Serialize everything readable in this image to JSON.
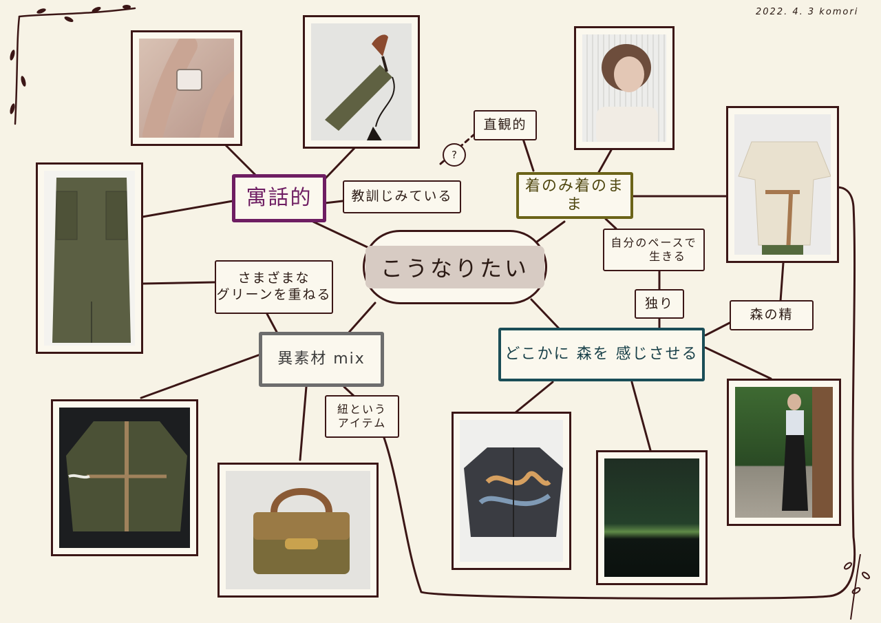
{
  "date": "2022. 4. 3 komori",
  "center": {
    "label": "こうなりたい"
  },
  "nodes": {
    "guwateki": "寓話的",
    "kyokun": "教訓じみている",
    "question": "?",
    "chokkan": "直観的",
    "kinomi": "着のみ着のまま",
    "jibun_line1": "自分のペースで",
    "jibun_line2": "生きる",
    "hitori": "独り",
    "morinosei": "森の精",
    "dokoka": "どこかに 森を 感じさせる",
    "samazama_line1": "さまざまな",
    "samazama_line2": "グリーンを重ねる",
    "isozai": "異素材 mix",
    "himo_line1": "紐という",
    "himo_line2": "アイテム"
  },
  "photos": [
    {
      "name": "ring-photo",
      "subject": "ring"
    },
    {
      "name": "umbrella-photo",
      "subject": "umbrella"
    },
    {
      "name": "portrait-photo",
      "subject": "portrait"
    },
    {
      "name": "cardigan-wrap-photo",
      "subject": "wrap-top"
    },
    {
      "name": "skirt-photo",
      "subject": "skirt"
    },
    {
      "name": "jacket-photo",
      "subject": "jacket"
    },
    {
      "name": "handbag-photo",
      "subject": "handbag"
    },
    {
      "name": "sweater-photo",
      "subject": "sweater"
    },
    {
      "name": "forest-pond-photo",
      "subject": "forest"
    },
    {
      "name": "model-forest-photo",
      "subject": "model"
    }
  ],
  "colors": {
    "paper": "#f7f3e6",
    "ink": "#3b1616",
    "purple": "#6e1d62",
    "olive": "#6b6318",
    "teal": "#1a4d57",
    "gray": "#6d6d6d"
  }
}
